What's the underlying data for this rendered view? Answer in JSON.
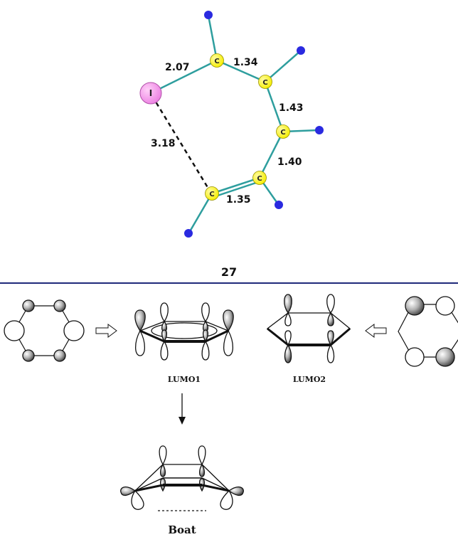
{
  "molecule": {
    "compound_number": "27",
    "atom_symbols": {
      "iodine": "I",
      "carbon": "C"
    },
    "bond_lengths": {
      "i_c1": "2.07",
      "c1_c2": "1.34",
      "c2_c3": "1.43",
      "c3_c4": "1.40",
      "c4_c5": "1.35",
      "i_c5_dashed": "3.18"
    },
    "colors": {
      "bond": "#2e9e9e",
      "carbon": "#f5f00a",
      "iodine": "#f08ce8",
      "hydrogen": "#2a2ae0",
      "divider": "#1f2a7a"
    }
  },
  "orbitals": {
    "lumo1_label": "LUMO1",
    "lumo2_label": "LUMO2",
    "boat_label": "Boat"
  }
}
